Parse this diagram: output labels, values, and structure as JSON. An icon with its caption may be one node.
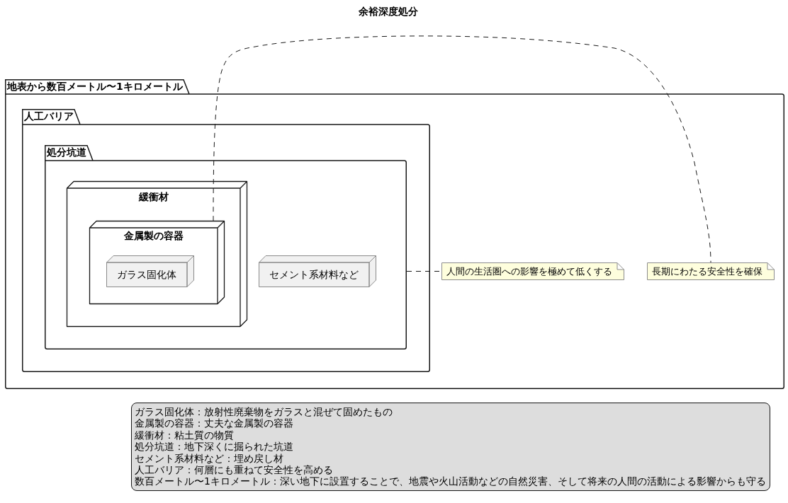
{
  "diagram": {
    "title": "余裕深度処分",
    "nodes": [
      {
        "text": [
          "地表から数百メートル〜1キロメートル"
        ]
      },
      {
        "text": [
          "人工バリア"
        ],
        "in": 0
      },
      {
        "text": [
          "処分坑道"
        ],
        "in": 1
      },
      {
        "text": [
          "緩衝材"
        ],
        "in": 2
      },
      {
        "text": [
          "金属製の容器"
        ],
        "in": 3
      },
      {
        "text": [
          "ガラス固化体"
        ],
        "in": 4
      },
      {
        "text": [
          "セメント系材料など"
        ],
        "in": 2
      },
      {
        "text": [
          "人間の生活圏への影響を極めて低くする"
        ],
        "in": 0
      },
      {
        "text": [
          "長期にわたる安全性を確保"
        ],
        "in": 0
      },
      {
        "text": [
          "ガラス固化体：放射性廃棄物をガラスと混ぜて固めたもの",
          "金属製の容器：丈夫な金属製の容器",
          "緩衝材：粘土質の物質",
          "処分坑道：地下深くに掘られた坑道",
          "セメント系材料など：埋め戻し材",
          "人工バリア：何層にも重ねて安全性を高める",
          "数百メートル〜1キロメートル：深い地下に設置することで、地震や火山活動などの自然災害、そして将来の人間の活動による影響からも守る"
        ]
      }
    ],
    "edges": [
      {
        "from": 2,
        "to": 7,
        "arrow": "none",
        "style": "dashed"
      },
      {
        "from": 4,
        "to": 8,
        "arrow": "none",
        "style": "dashed"
      }
    ]
  }
}
